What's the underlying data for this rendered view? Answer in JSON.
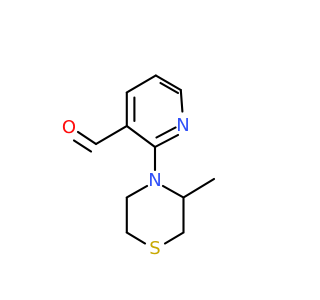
{
  "molecule": {
    "atoms": {
      "oxygen": {
        "label": "O",
        "color": "#ff0d0d"
      },
      "pyridine_nitrogen": {
        "label": "N",
        "color": "#3050f8"
      },
      "morpholine_nitrogen": {
        "label": "N",
        "color": "#3050f8"
      },
      "sulfur": {
        "label": "S",
        "color": "#c8a800"
      }
    },
    "bond_color": "#000000",
    "background": "#ffffff"
  }
}
